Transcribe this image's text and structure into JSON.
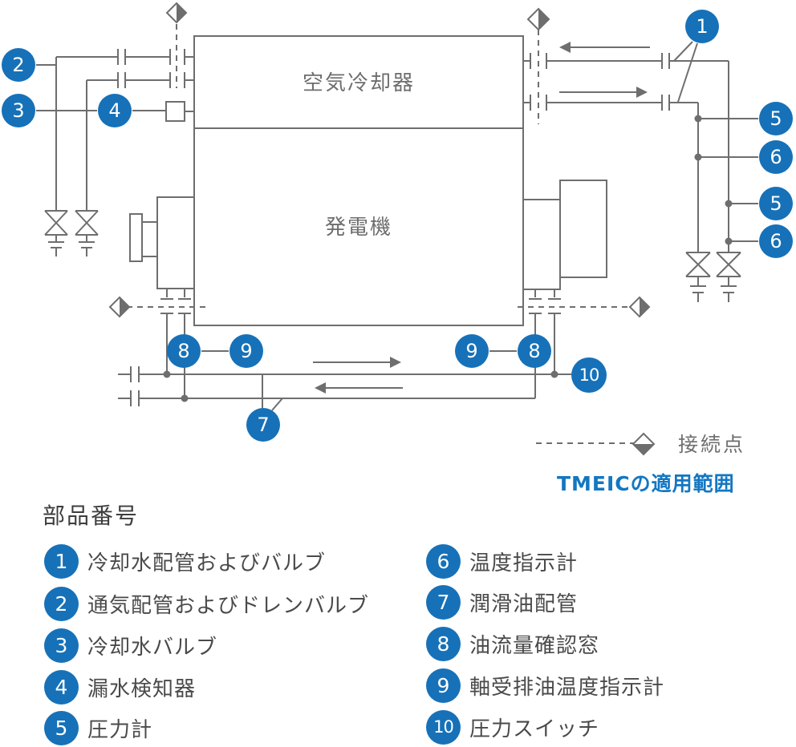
{
  "colors": {
    "accent_blue": "#1671b8",
    "brand_text_blue": "#1377c2",
    "line_gray": "#6e6e6e",
    "legend_text_gray": "#4a4a4a"
  },
  "diagram": {
    "air_cooler_label": "空気冷却器",
    "generator_label": "発電機",
    "connection_point_label": "接続点",
    "scope_label": "TMEICの適用範囲",
    "markers": {
      "m1": "1",
      "m2": "2",
      "m3": "3",
      "m4": "4",
      "m5": "5",
      "m6": "6",
      "m7": "7",
      "m8": "8",
      "m9": "9",
      "m10": "10"
    }
  },
  "legend": {
    "title": "部品番号",
    "left": [
      {
        "n": "1",
        "t": "冷却水配管およびバルブ"
      },
      {
        "n": "2",
        "t": "通気配管およびドレンバルブ"
      },
      {
        "n": "3",
        "t": "冷却水バルブ"
      },
      {
        "n": "4",
        "t": "漏水検知器"
      },
      {
        "n": "5",
        "t": "圧力計"
      }
    ],
    "right": [
      {
        "n": "6",
        "t": "温度指示計"
      },
      {
        "n": "7",
        "t": "潤滑油配管"
      },
      {
        "n": "8",
        "t": "油流量確認窓"
      },
      {
        "n": "9",
        "t": "軸受排油温度指示計"
      },
      {
        "n": "10",
        "t": "圧力スイッチ"
      }
    ]
  }
}
